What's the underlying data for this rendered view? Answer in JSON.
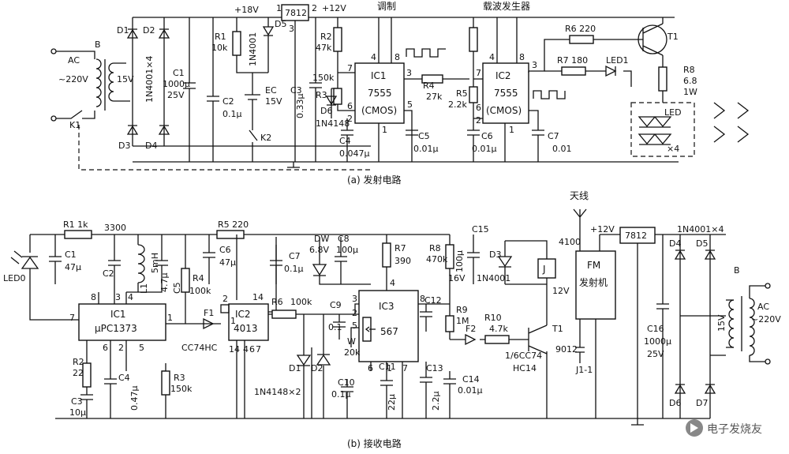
{
  "transmitter": {
    "caption": "(a) 发射电路",
    "ac_label": "AC",
    "mains_label": "~220V",
    "transformer_label": "B",
    "secondary_label": "15V",
    "switch_k1": "K1",
    "bridge_label": "1N4001×4",
    "diodes": [
      "D1",
      "D2",
      "D3",
      "D4"
    ],
    "c1": [
      "C1",
      "1000μ",
      "25V"
    ],
    "c2": [
      "C2",
      "0.1μ"
    ],
    "r1": [
      "R1",
      "10k"
    ],
    "d5": [
      "D5",
      "1N4001"
    ],
    "ec": [
      "EC",
      "15V"
    ],
    "k2": "K2",
    "plus18": "+18V",
    "reg": "7812",
    "reg_pins": [
      "1",
      "2",
      "3"
    ],
    "c3": [
      "C3",
      "0.33μ"
    ],
    "plus12": "+12V",
    "r2": [
      "R2",
      "47k"
    ],
    "r3": [
      "150k",
      "R3"
    ],
    "mod_label": "调制",
    "carrier_label": "载波发生器",
    "ic1": [
      "IC1",
      "7555",
      "(CMOS)"
    ],
    "ic1_pins": [
      "4",
      "8",
      "7",
      "3",
      "6",
      "2",
      "5",
      "1"
    ],
    "d6": [
      "D6",
      "1N4148"
    ],
    "c4": [
      "C4",
      "0.047μ"
    ],
    "r4": [
      "R4",
      "27k"
    ],
    "c5": [
      "C5",
      "0.01μ"
    ],
    "r5": [
      "R5",
      "2.2k"
    ],
    "ic2": [
      "IC2",
      "7555",
      "(CMOS)"
    ],
    "ic2_pins": [
      "4",
      "8",
      "7",
      "3",
      "6",
      "2",
      "1"
    ],
    "c6": [
      "C6",
      "0.01μ"
    ],
    "c7": [
      "C7",
      "0.01"
    ],
    "r6": "R6 220",
    "r7": "R7 180",
    "led1": "LED1",
    "t1": "T1",
    "r8": [
      "R8",
      "6.8",
      "1W"
    ],
    "led_array": [
      "LED",
      "×4"
    ]
  },
  "receiver": {
    "caption": "(b) 接收电路",
    "r1": "R1 1k",
    "led0": "LED0",
    "c1": [
      "C1",
      "47μ"
    ],
    "v3300": "3300",
    "c2": "C2",
    "l1": [
      "L1",
      "5mH"
    ],
    "c5": [
      "C5",
      "4.7μ"
    ],
    "r4": [
      "R4",
      "100k"
    ],
    "r5": "R5 220",
    "c6": [
      "C6",
      "47μ"
    ],
    "ic1": [
      "IC1",
      "μPC1373"
    ],
    "ic1_pins": [
      "8",
      "3",
      "4",
      "7",
      "1",
      "6",
      "2",
      "5"
    ],
    "r2": [
      "R2",
      "22"
    ],
    "c3": [
      "C3",
      "10μ"
    ],
    "c4": [
      "C4",
      "0.47μ"
    ],
    "r3": [
      "R3",
      "150k"
    ],
    "f1": "F1",
    "cc74hc": "CC74HC",
    "ic2": [
      "IC2",
      "4013"
    ],
    "ic2_pins": [
      "2",
      "1",
      "14",
      "14",
      "4",
      "6",
      "7"
    ],
    "c7": [
      "C7",
      "0.1μ"
    ],
    "r6": "R6",
    "r6_val": "100k",
    "dw": [
      "DW",
      "6.8V"
    ],
    "c8": [
      "C8",
      "100μ"
    ],
    "c9": [
      "C9",
      "0.1"
    ],
    "r7": [
      "R7",
      "390"
    ],
    "ic3": [
      "IC3",
      "567"
    ],
    "ic3_pins": [
      "4",
      "3",
      "2",
      "5",
      "6",
      "1",
      "7",
      "8"
    ],
    "w": [
      "W",
      "20k"
    ],
    "d1d2": [
      "D1",
      "D2",
      "1N4148×2"
    ],
    "c10": [
      "C10",
      "0.1μ"
    ],
    "c11": [
      "C11",
      "22μ"
    ],
    "c12": "C12",
    "c13": [
      "C13",
      "2.2μ"
    ],
    "r8": [
      "R8",
      "470k"
    ],
    "r9": [
      "R9",
      "1M"
    ],
    "f2": "F2",
    "r10": [
      "R10",
      "4.7k"
    ],
    "c14": [
      "C14",
      "0.01μ"
    ],
    "c15": [
      "C15",
      "100μ",
      "16V"
    ],
    "d3": [
      "D3",
      "1N4001"
    ],
    "relay": "J",
    "relay_v": "12V",
    "relay_contact": "J1-1",
    "hc14": [
      "1/6CC74",
      "HC14"
    ],
    "t1": [
      "T1",
      "9012"
    ],
    "antenna": "天线",
    "v4100": "4100",
    "plus12": "+12V",
    "fm": [
      "FM",
      "发射机"
    ],
    "reg": "7812",
    "bridge": "1N4001×4",
    "diodes": [
      "D4",
      "D5",
      "D6",
      "D7"
    ],
    "c16": [
      "C16",
      "1000μ",
      "25V"
    ],
    "transformer": "B",
    "secondary": "15V",
    "ac": [
      "AC",
      "~220V"
    ]
  },
  "watermark": "电子发烧友"
}
